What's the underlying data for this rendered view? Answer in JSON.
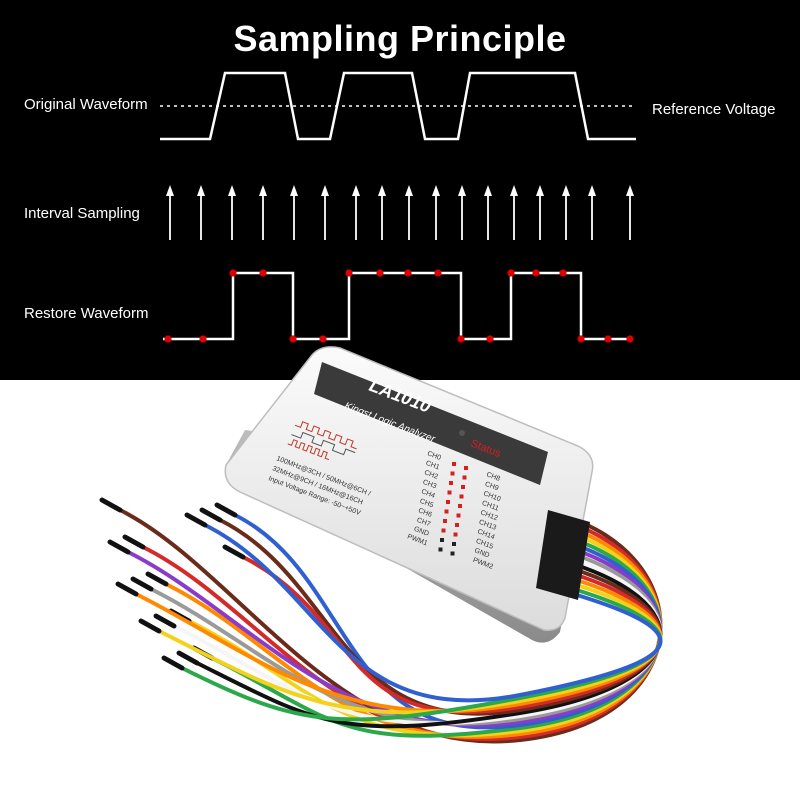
{
  "title": "Sampling Principle",
  "labels": {
    "original": "Original Waveform",
    "reference": "Reference Voltage",
    "interval": "Interval Sampling",
    "restore": "Restore Waveform"
  },
  "device": {
    "model": "LA1010",
    "brand": "Kingst Logic Analyzer",
    "status": "Status",
    "spec_line1": "100MHz@3CH / 50MHz@6CH /",
    "spec_line2": "32MHz@9CH / 16MHz@16CH",
    "spec_line3": "Input Voltage Range: -50~+50V",
    "pins_left": [
      "CH0",
      "CH1",
      "CH2",
      "CH3",
      "CH4",
      "CH5",
      "CH6",
      "CH7",
      "GND",
      "PWM1"
    ],
    "pins_right": [
      "CH8",
      "CH9",
      "CH10",
      "CH11",
      "CH12",
      "CH13",
      "CH14",
      "CH15",
      "GND",
      "PWM2"
    ]
  },
  "colors": {
    "background_top": "#000000",
    "signal": "#ffffff",
    "sample_dot": "#e00000",
    "status_red": "#d81e1e",
    "device_body": "#f2f2f2",
    "device_label": "#3a3a3a"
  },
  "wire_colors": [
    "#6a2b1a",
    "#d42a2a",
    "#ff8a00",
    "#f2d21a",
    "#2aa84a",
    "#2f5fd0",
    "#8a3cc8",
    "#9a9a9a",
    "#f5f5f5",
    "#111111",
    "#6a2b1a",
    "#d42a2a",
    "#ff8a00",
    "#f2d21a",
    "#2aa84a",
    "#2f5fd0"
  ]
}
